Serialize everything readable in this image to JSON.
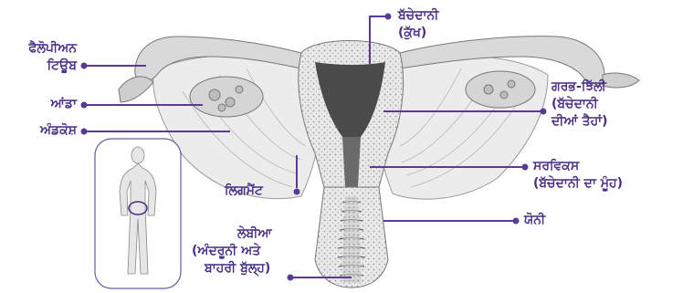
{
  "labels": {
    "fallopian_tube": [
      "ਫੈਲੋਪੀਅਨ",
      "ਟਿਊਬ"
    ],
    "egg": "ਆਂਡਾ",
    "ovary": "ਅੰਡਕੋਸ਼",
    "uterus": [
      "ਬੱਚੇਦਾਨੀ",
      "(ਕੁੱਖ)"
    ],
    "endometrium": [
      "ਗਰਭ-ਝਿੱਲੀ",
      "(ਬੱਚੇਦਾਨੀ",
      "ਦੀਆਂ ਤੈਹਾਂ)"
    ],
    "cervix": [
      "ਸਰਵਿਕਸ",
      "(ਬੱਚੇਦਾਨੀ ਦਾ ਮੂੰਹ)"
    ],
    "ligament": "ਲਿਗਮੈਂਟ",
    "vagina": "ਯੋਨੀ",
    "labia": [
      "ਲੇਬੀਆ",
      "(ਅੰਦਰੂਨੀ ਅਤੇ",
      "ਬਾਹਰੀ ਬੁੱਲ੍ਹ)"
    ]
  },
  "colors": {
    "label": "#4a2f86",
    "leader": "#5a3a95",
    "inset_border": "#6a5aa0"
  }
}
